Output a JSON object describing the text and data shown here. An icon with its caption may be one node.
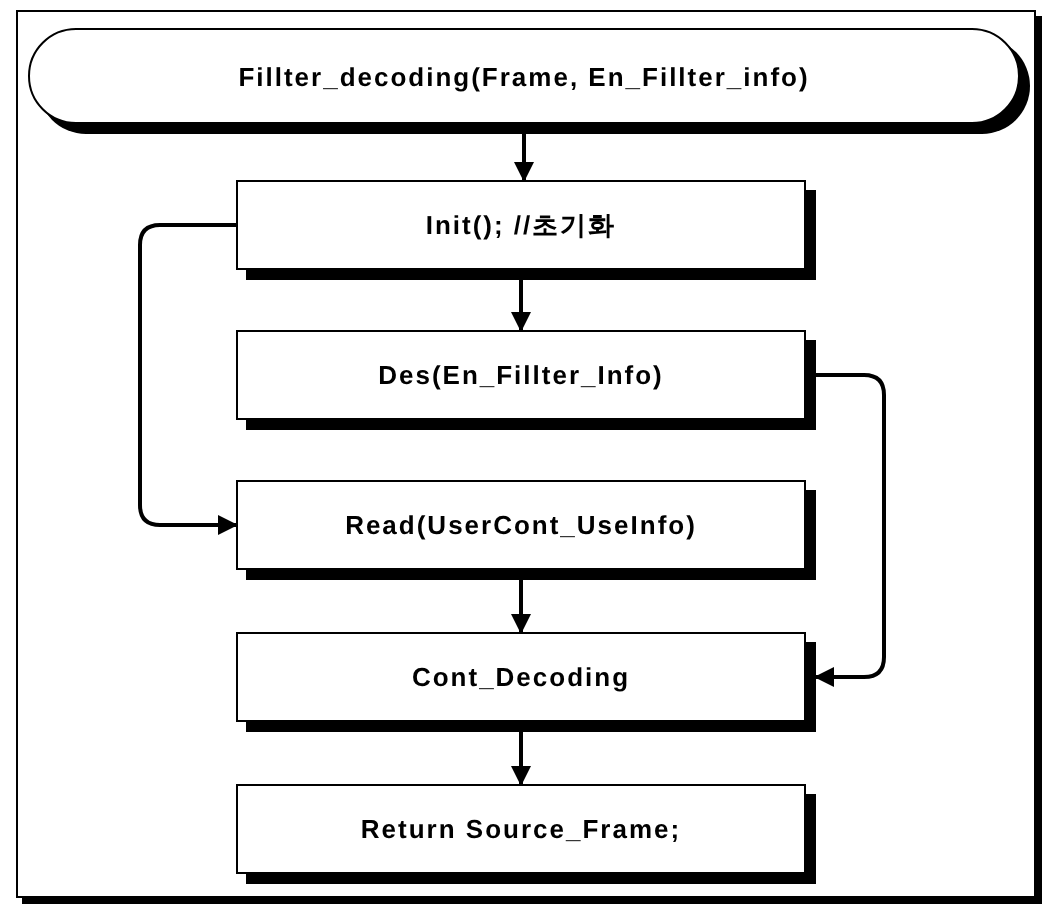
{
  "diagram": {
    "nodes": [
      {
        "text": [
          "Fillter_decoding(Frame, En_Fillter_info)"
        ]
      },
      {
        "text": [
          "Init(); //초기화"
        ]
      },
      {
        "text": [
          "Des(En_Fillter_Info)"
        ]
      },
      {
        "text": [
          "Read(UserCont_UseInfo)"
        ]
      },
      {
        "text": [
          "Cont_Decoding"
        ]
      },
      {
        "text": [
          "Return Source_Frame;"
        ]
      }
    ],
    "edges": [
      {
        "from": 0,
        "to": 1,
        "arrow": "to"
      },
      {
        "from": 1,
        "to": 2,
        "arrow": "to"
      },
      {
        "from": 1,
        "to": 3,
        "arrow": "to"
      },
      {
        "from": 2,
        "to": 4,
        "arrow": "to"
      },
      {
        "from": 3,
        "to": 4,
        "arrow": "to"
      },
      {
        "from": 4,
        "to": 5,
        "arrow": "to"
      }
    ]
  }
}
